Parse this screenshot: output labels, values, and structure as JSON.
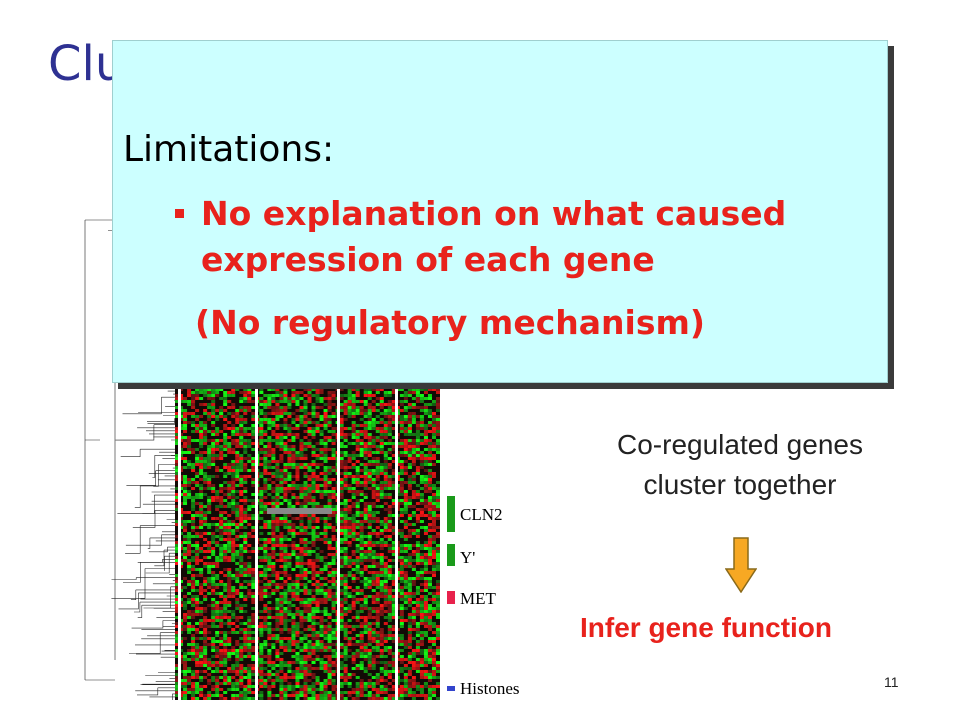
{
  "slide": {
    "title_visible": "Clu",
    "page_number": "11"
  },
  "figure": {
    "markers": [
      {
        "label": "CLN2",
        "color": "#1a9a1a"
      },
      {
        "label": "Y'",
        "color": "#1a9a1a"
      },
      {
        "label": "MET",
        "color": "#e8224c"
      },
      {
        "label": "Histones",
        "color": "#3344cc"
      }
    ]
  },
  "text": {
    "coregulated_line1": "Co-regulated genes",
    "coregulated_line2": "cluster together",
    "infer": "Infer gene function"
  },
  "callout": {
    "heading": "Limitations:",
    "bullet_line1": "No explanation on what caused",
    "bullet_line2": "expression of each gene",
    "sub_note": "(No regulatory mechanism)"
  },
  "colors": {
    "title": "#2e3192",
    "accent_red": "#e8221c",
    "callout_bg": "#ccffff",
    "arrow_fill": "#f7a823"
  }
}
